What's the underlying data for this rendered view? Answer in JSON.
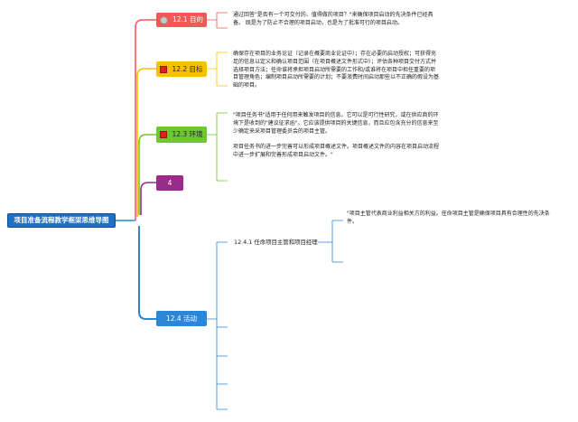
{
  "root": {
    "label": "项目准备流程教学框架思维导图"
  },
  "branches": [
    {
      "label": "12.1 目的",
      "icon": "clock-icon"
    },
    {
      "label": "12.2 目标",
      "icon": "red-flag-icon"
    },
    {
      "label": "12.3 环境",
      "icon": "red-flag-icon"
    },
    {
      "label": "4"
    },
    {
      "label": "12.4 活动"
    }
  ],
  "notes": {
    "purpose": "通过回答\"是否有一个可交付的、值得做的项目？\"来确保项目启动的先决条件已经具备。 既是为了防止不合理的项目启动，也是为了批准可行的项目启动。",
    "goal": "确保存在项目的业务论证（记录在概要商业论证中）；存在必要的启动授权；可获得充足的信息以定义和确认项目范围（在项目概述文件形式中）；评估各种项目交付方式并选择项目方法；任命谁将承担项目启动所需要的工作和/或谁将在项目中担任重要的项目管理角色；编制项目启动所需要的计划；不要浪费时间启动那些以不正确的假设为基础的项目。",
    "env_1": "\"项目任务书\"适用于任何用来触发项目的信息。它可以是可行性研究，或在供应商的环境下是收到的\"建议征求函\"。它应该提供项目的关键信息，而且应包含充分的信息来至少确定来采项目管理委员会的项目主管。",
    "env_2": "项目任务书的进一步完善可以形成项目概述文件。项目概述文件的内容在项目启动流程中进一步扩展和完善形成项目启动文件。\""
  },
  "activity": {
    "sub": "12.4.1 任命项目主管和项目经理",
    "note": "\"项目主管代表商业利益相关方的利益。任命项目主管是确保项目具有合理性的先决条件。"
  },
  "colors": {
    "root": "#1f6fc5",
    "purpose": "#f05a56",
    "goal": "#f6c100",
    "environment": "#6ec633",
    "item4": "#9a2b8a",
    "activity": "#2b86d8"
  }
}
